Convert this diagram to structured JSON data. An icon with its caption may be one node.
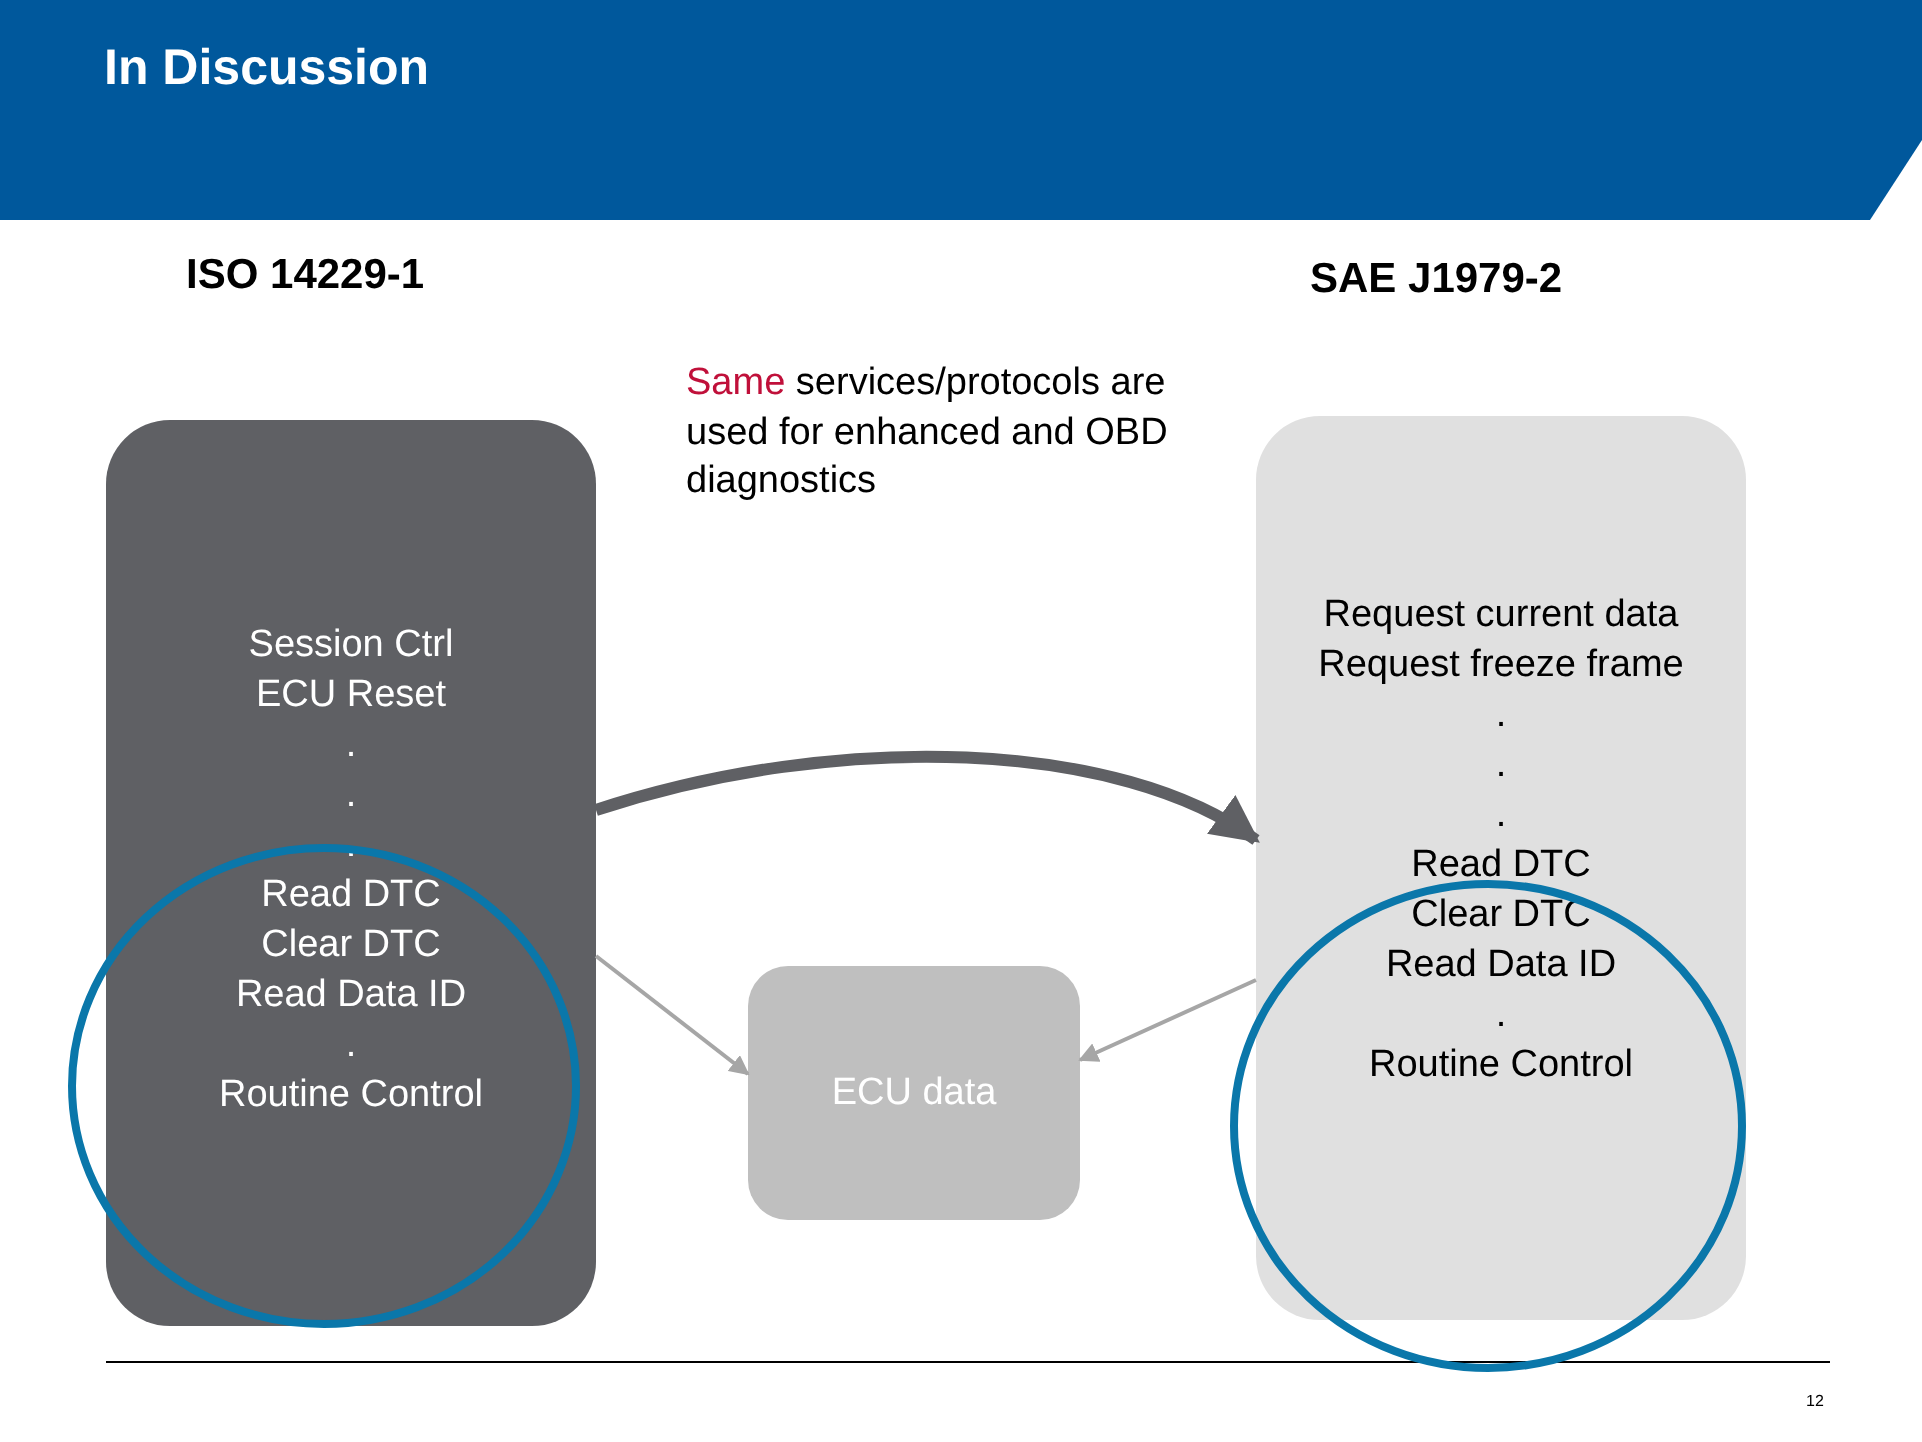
{
  "diagram": {
    "title": "In Discussion",
    "nodes": [
      {
        "text": [
          "ISO 14229-1",
          "Session Ctrl",
          "ECU Reset",
          ".",
          ".",
          ".",
          "Read DTC",
          "Clear DTC",
          "Read Data ID",
          ".",
          "Routine Control"
        ]
      },
      {
        "text": [
          "ECU data"
        ]
      },
      {
        "text": [
          "SAE J1979-2",
          "Request current data",
          "Request freeze frame",
          ".",
          ".",
          ".",
          "Read DTC",
          "Clear DTC",
          "Read Data ID",
          ".",
          "Routine Control"
        ]
      }
    ],
    "edges": [
      {
        "from": 0,
        "to": 2,
        "arrow": "to",
        "style": "thick",
        "color": "#5f6064"
      },
      {
        "from": 0,
        "to": 1,
        "arrow": "to"
      },
      {
        "from": 2,
        "to": 1,
        "arrow": "to"
      }
    ],
    "labels": [
      "Same services/protocols are used for enhanced and OBD diagnostics",
      "12"
    ]
  }
}
